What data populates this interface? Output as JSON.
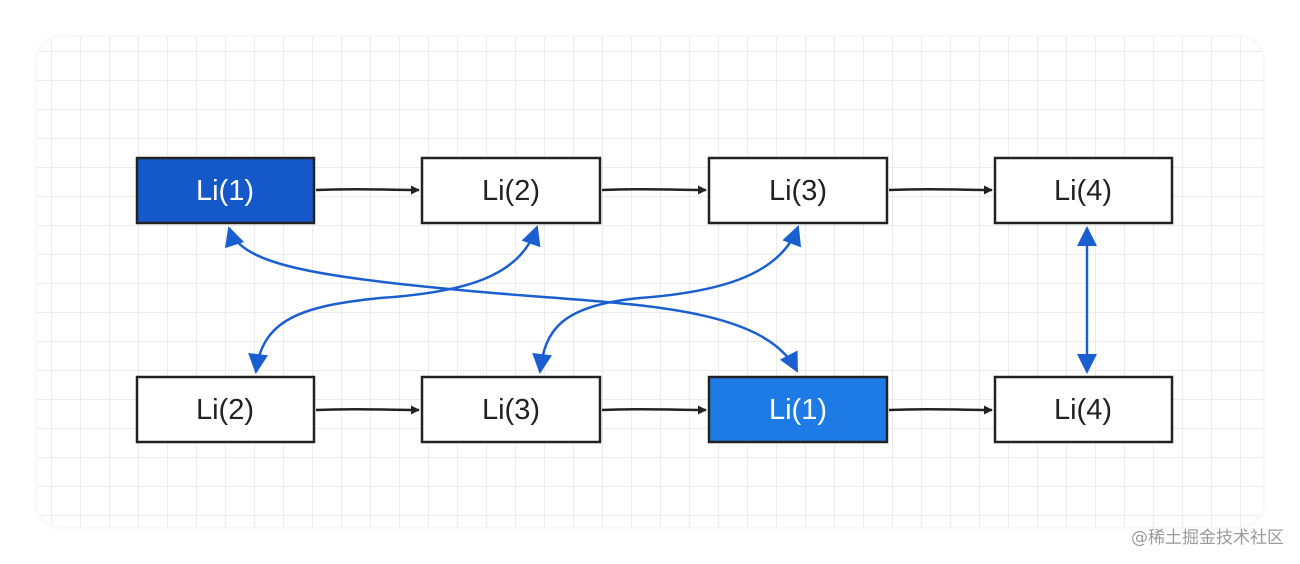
{
  "colors": {
    "node_border": "#222222",
    "node_fill": "#ffffff",
    "node_text": "#222222",
    "highlight_dark": "#1558c9",
    "highlight_light": "#1e7be6",
    "highlight_text": "#ffffff",
    "edge_black": "#222222",
    "edge_blue": "#1a5fd0"
  },
  "top_row": [
    {
      "label": "Li(1)",
      "style": "dark"
    },
    {
      "label": "Li(2)",
      "style": "plain"
    },
    {
      "label": "Li(3)",
      "style": "plain"
    },
    {
      "label": "Li(4)",
      "style": "plain"
    }
  ],
  "bottom_row": [
    {
      "label": "Li(2)",
      "style": "plain"
    },
    {
      "label": "Li(3)",
      "style": "plain"
    },
    {
      "label": "Li(1)",
      "style": "light"
    },
    {
      "label": "Li(4)",
      "style": "plain"
    }
  ],
  "watermark": "@稀土掘金技术社区"
}
